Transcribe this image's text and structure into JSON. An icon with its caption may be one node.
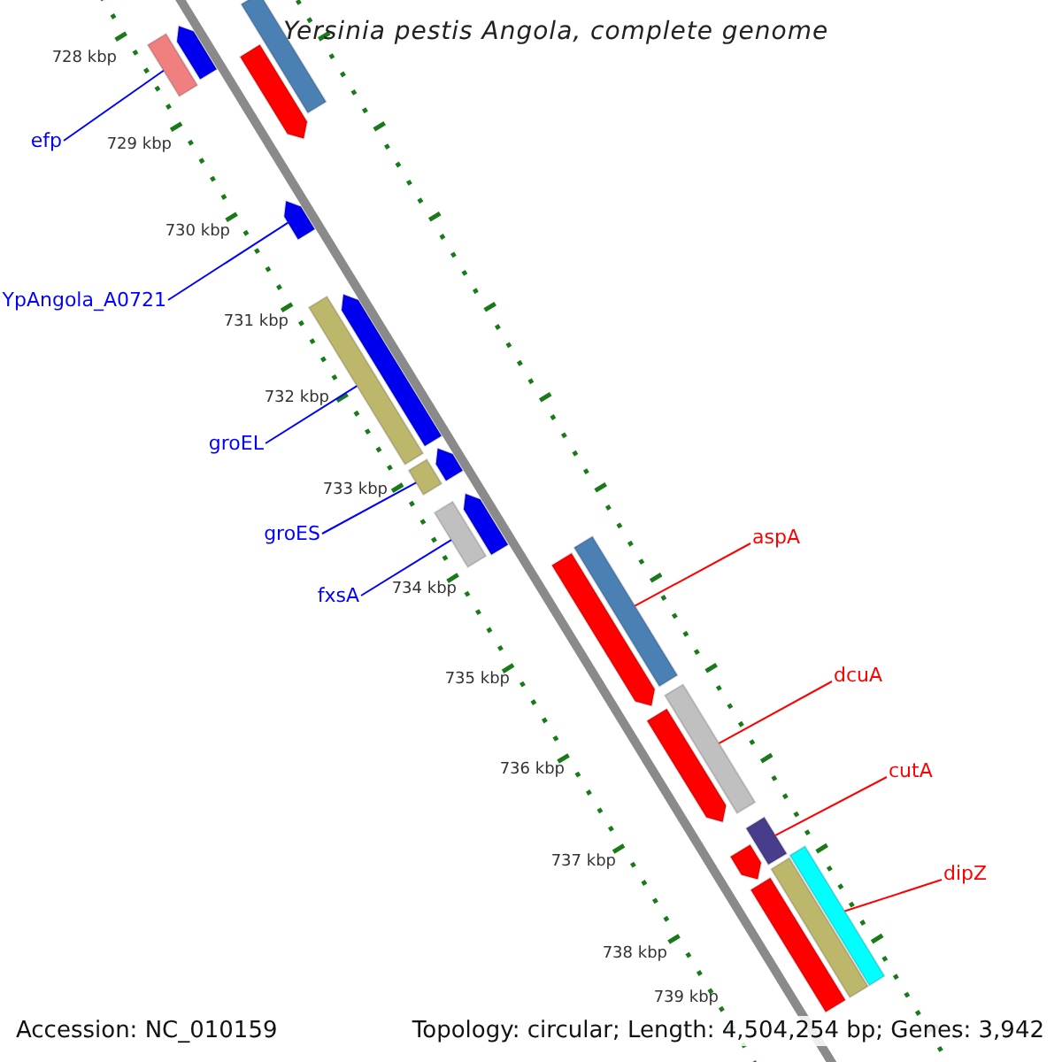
{
  "diagram": {
    "title": "Yersinia pestis Angola, complete genome",
    "nodes": [
      {
        "text": [
          "efp"
        ]
      },
      {
        "text": [
          "YpAngola_A0721"
        ]
      },
      {
        "text": [
          "groEL"
        ]
      },
      {
        "text": [
          "groES"
        ]
      },
      {
        "text": [
          "fxsA"
        ]
      },
      {
        "text": [
          "aspA"
        ]
      },
      {
        "text": [
          "dcuA"
        ]
      },
      {
        "text": [
          "cutA"
        ]
      },
      {
        "text": [
          "dipZ"
        ]
      },
      {
        "text": [],
        "shape": "bar"
      },
      {
        "text": [],
        "shape": "bar"
      },
      {
        "text": [],
        "shape": "bar"
      },
      {
        "text": [],
        "shape": "bar"
      },
      {
        "text": [],
        "shape": "bar"
      },
      {
        "text": [],
        "shape": "bar"
      },
      {
        "text": [],
        "shape": "bar"
      },
      {
        "text": [],
        "shape": "bar"
      },
      {
        "text": [],
        "shape": "bar"
      },
      {
        "text": [],
        "shape": "bar"
      },
      {
        "text": [],
        "shape": "bar"
      },
      {
        "text": [],
        "shape": "bar"
      },
      {
        "text": [],
        "shape": "bar"
      },
      {
        "text": [],
        "shape": "bar"
      },
      {
        "text": [],
        "shape": "bar"
      },
      {
        "text": [],
        "shape": "bar"
      },
      {
        "text": [],
        "shape": "bar"
      },
      {
        "text": [],
        "shape": "bar"
      },
      {
        "text": [],
        "shape": "bar"
      },
      {
        "text": [],
        "shape": "bar"
      }
    ],
    "edges": [
      {
        "from": 0,
        "to": 9,
        "arrow": "none"
      },
      {
        "from": 1,
        "to": 10,
        "arrow": "none"
      },
      {
        "from": 2,
        "to": 11,
        "arrow": "none"
      },
      {
        "from": 3,
        "to": 12,
        "arrow": "none"
      },
      {
        "from": 4,
        "to": 13,
        "arrow": "none"
      },
      {
        "from": 5,
        "to": 14,
        "arrow": "none",
        "color": "#ff0000"
      },
      {
        "from": 6,
        "to": 15,
        "arrow": "none",
        "color": "#ff0000"
      },
      {
        "from": 7,
        "to": 16,
        "arrow": "none",
        "color": "#ff0000"
      },
      {
        "from": 8,
        "to": 17,
        "arrow": "none",
        "color": "#ff0000"
      }
    ],
    "labels": [
      "728 kbp",
      "729 kbp",
      "730 kbp",
      "731 kbp",
      "732 kbp",
      "733 kbp",
      "734 kbp",
      "735 kbp",
      "736 kbp",
      "737 kbp",
      "738 kbp",
      "739 kbp",
      "Accession: NC_010159",
      "Topology: circular; Length: 4,504,254 bp; Genes: 3,942"
    ]
  }
}
